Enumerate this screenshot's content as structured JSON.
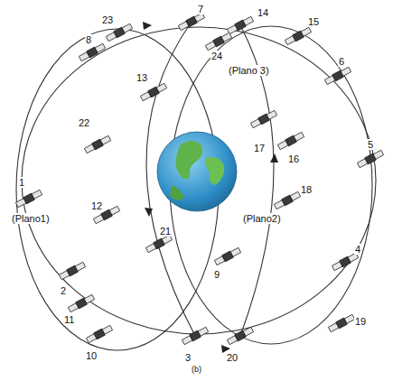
{
  "diagram": {
    "caption": "(b)",
    "labels": [
      "23",
      "7",
      "14",
      "15",
      "8",
      "24",
      "6",
      "13",
      "(Plano 3)",
      "17",
      "16",
      "22",
      "1",
      "(Plano1)",
      "12",
      "5",
      "18",
      "(Plano2)",
      "21",
      "9",
      "4",
      "2",
      "11",
      "19",
      "10",
      "3",
      "20"
    ]
  }
}
